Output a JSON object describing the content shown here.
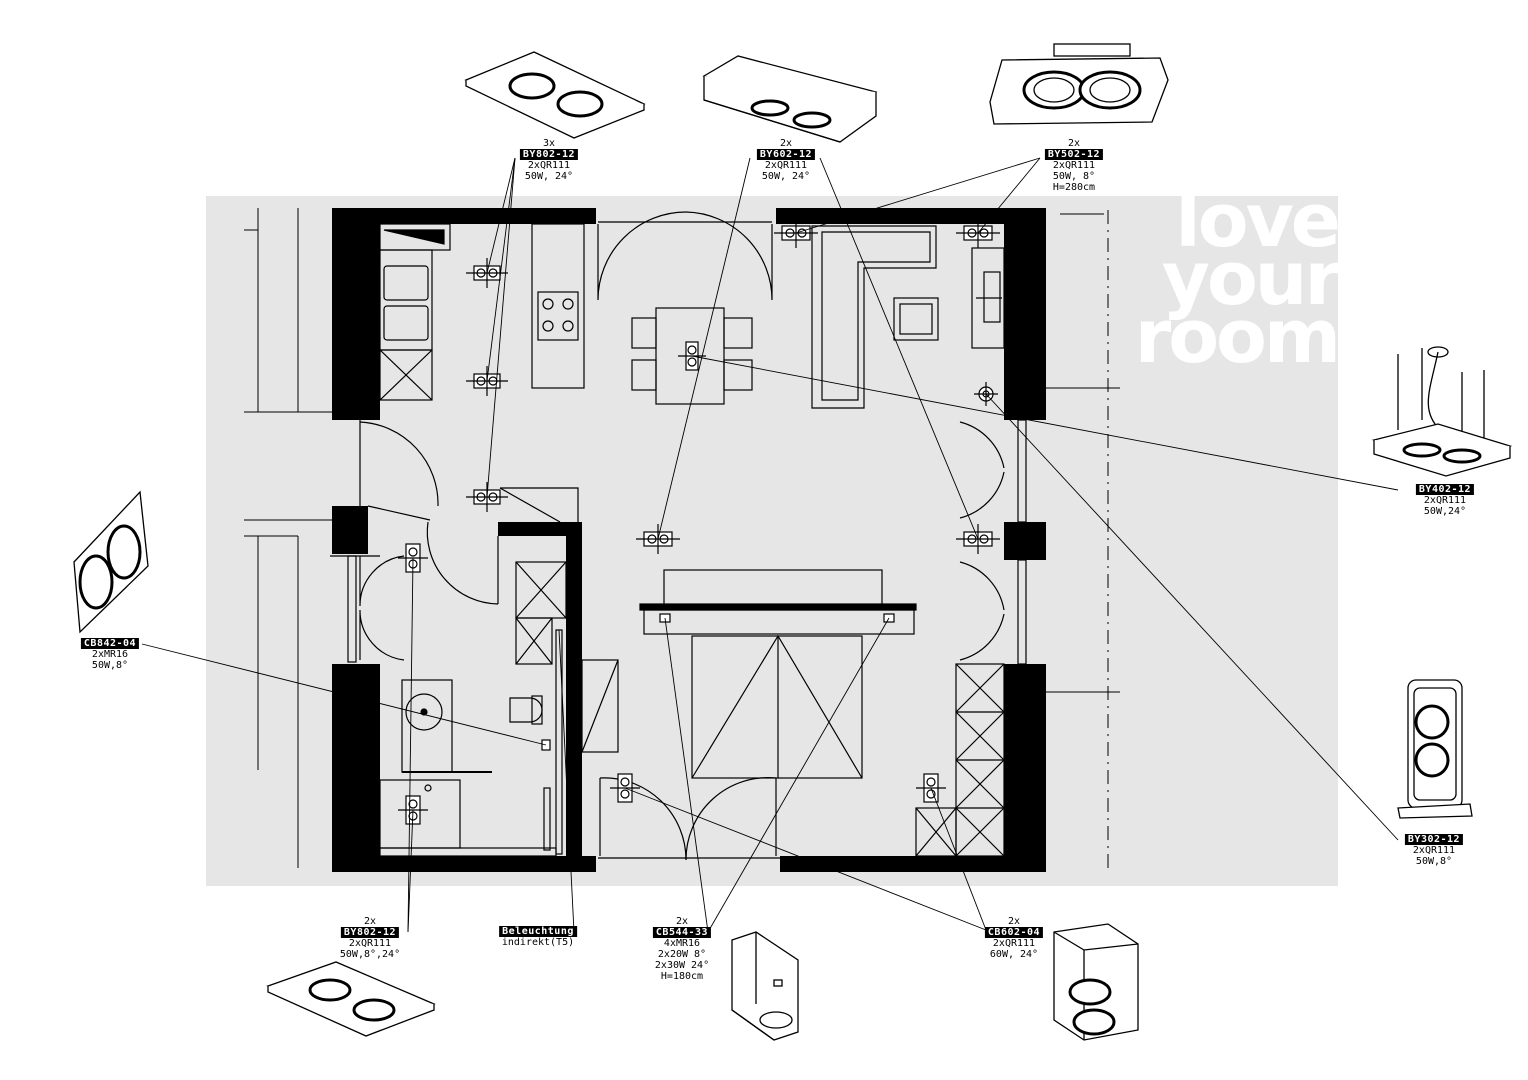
{
  "brand": {
    "line1": "love",
    "line2": "your",
    "line3": "room"
  },
  "colors": {
    "wall": "#000000",
    "background_panel": "#e6e6e6",
    "paper": "#ffffff",
    "label_bg": "#000000",
    "label_text": "#ffffff"
  },
  "labels": [
    {
      "id": "by802-top",
      "qty": "3x",
      "code": "BY802-12",
      "specs": [
        "2xQR111",
        "50W, 24°"
      ]
    },
    {
      "id": "by602-top",
      "qty": "2x",
      "code": "BY602-12",
      "specs": [
        "2xQR111",
        "50W, 24°"
      ]
    },
    {
      "id": "by502-top",
      "qty": "2x",
      "code": "BY502-12",
      "specs": [
        "2xQR111",
        "50W, 8°",
        "H=280cm"
      ]
    },
    {
      "id": "by402-right",
      "qty": "",
      "code": "BY402-12",
      "specs": [
        "2xQR111",
        "50W,24°"
      ]
    },
    {
      "id": "by302-right",
      "qty": "",
      "code": "BY302-12",
      "specs": [
        "2xQR111",
        "50W,8°"
      ]
    },
    {
      "id": "cb842-left",
      "qty": "",
      "code": "CB842-04",
      "specs": [
        "2xMR16",
        "50W,8°"
      ]
    },
    {
      "id": "by802-bottom",
      "qty": "2x",
      "code": "BY802-12",
      "specs": [
        "2xQR111",
        "50W,8°,24°"
      ]
    },
    {
      "id": "beleuchtung",
      "qty": "",
      "code": "Beleuchtung",
      "specs": [
        "indirekt(T5)"
      ]
    },
    {
      "id": "cb544-bottom",
      "qty": "2x",
      "code": "CB544-33",
      "specs": [
        "4xMR16",
        "2x20W 8°",
        "2x30W 24°",
        "H=180cm"
      ]
    },
    {
      "id": "cb602-bottom",
      "qty": "2x",
      "code": "CB602-04",
      "specs": [
        "2xQR111",
        "60W, 24°"
      ]
    }
  ]
}
